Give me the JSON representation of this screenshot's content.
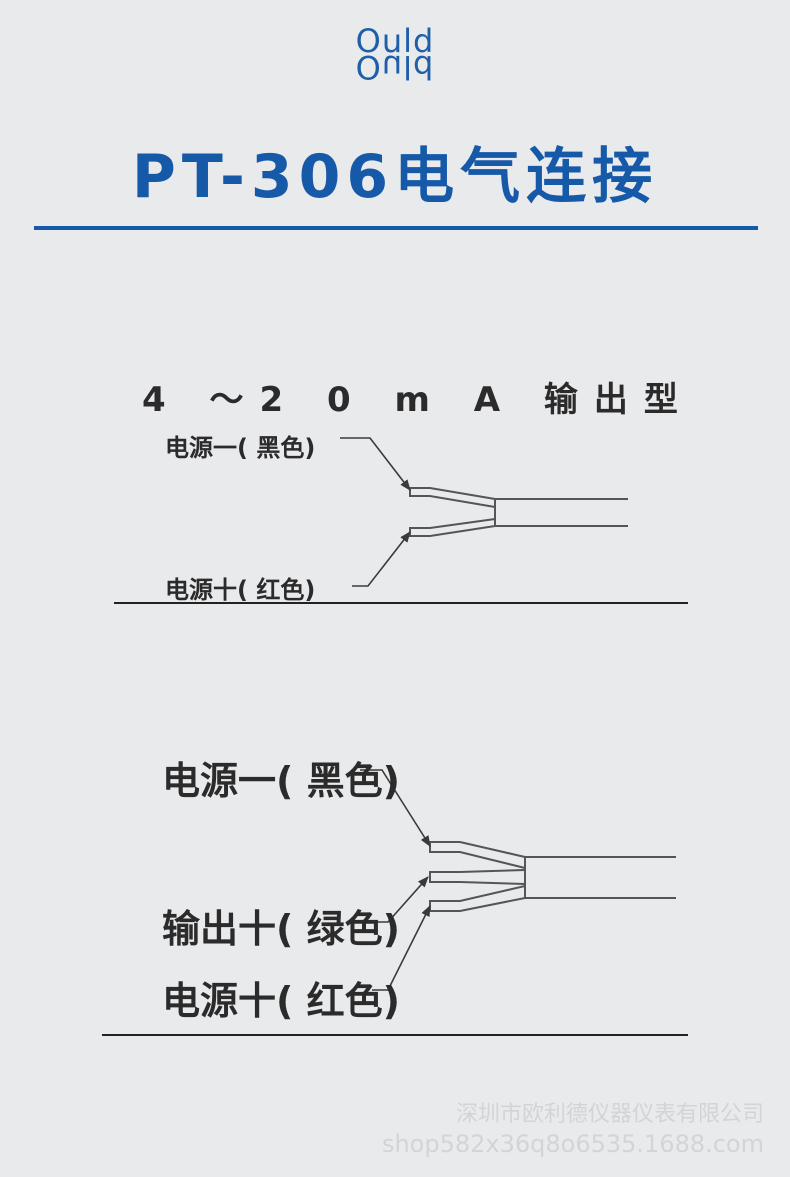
{
  "brand": {
    "logo_text": "Ould"
  },
  "header": {
    "title": "PT-306电气连接"
  },
  "diagram1": {
    "title": "4 ～2 0 m A 输出型",
    "labels": {
      "power_minus": "电源一(  黑色)",
      "power_plus": "电源十(  红色)"
    }
  },
  "diagram2": {
    "labels": {
      "power_minus": "电源一(  黑色)",
      "output_plus": "输出十(  绿色)",
      "power_plus": "电源十(  红色)"
    }
  },
  "watermark": {
    "company": "深圳市欧利德仪器仪表有限公司",
    "shop": "shop582x36q8o6535.1688.com"
  },
  "colors": {
    "brand_blue": "#1559a8",
    "wire_stroke": "#555555"
  }
}
